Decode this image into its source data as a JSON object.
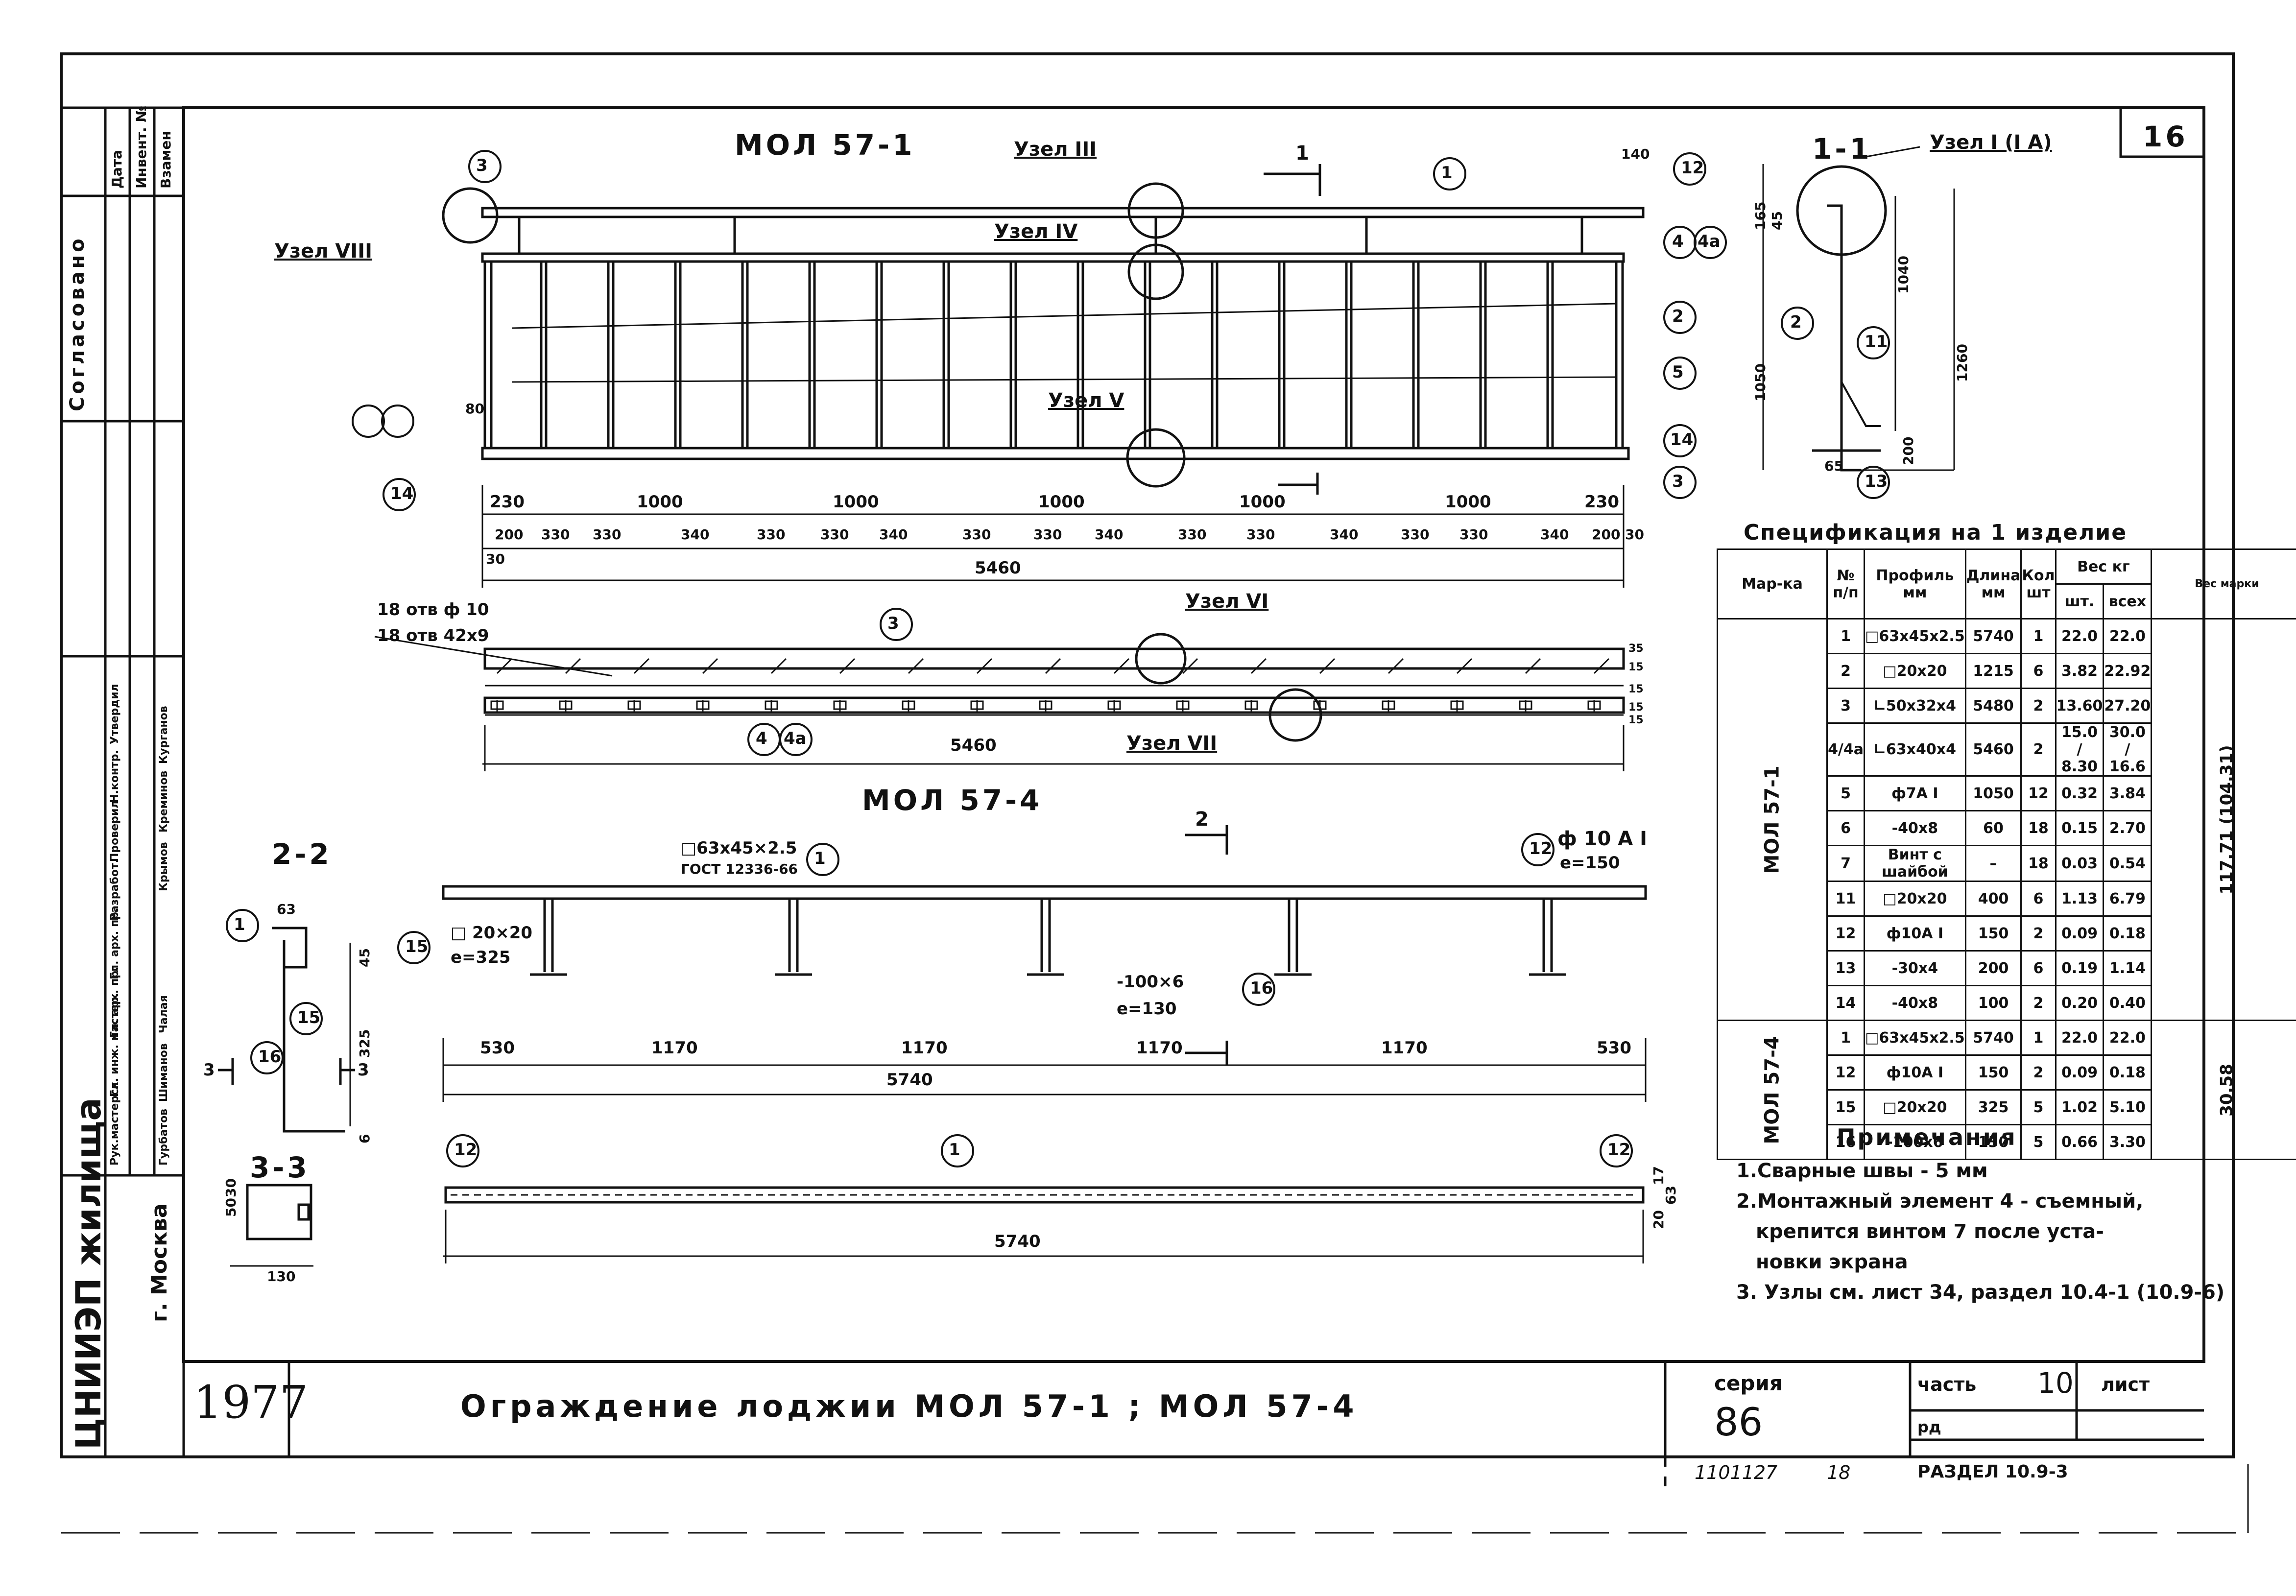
{
  "sheet": {
    "number": "16",
    "year": "1977",
    "title": "Ограждение лоджии МОЛ 57-1 ; МОЛ 57-4",
    "series_label": "серия",
    "series": "86",
    "part_label": "часть",
    "part": "10",
    "sheet_label": "лист",
    "razdel_short": "рд",
    "razdel": "РАЗДЕЛ 10.9-3",
    "code": "1101127",
    "code2": "18",
    "org": "ЦНИИЭП жилища",
    "city": "г. Москва"
  },
  "stamp": {
    "date": "Дата",
    "inv": "Инвент. №",
    "vzamen": "Взамен",
    "agreed": "Согласовано",
    "roles": [
      "Рук.мастерск.",
      "Гл. инж. мастер.",
      "Гл. арх. пр.",
      "Гл. арх. пр.",
      "Разработ.",
      "Проверил",
      "Н.контр.",
      "Утвердил"
    ],
    "names": [
      "Курганов",
      "Чалая",
      "Шиманов",
      "Гурбатов",
      "Крымов",
      "Креминов"
    ]
  },
  "view1": {
    "title": "МОЛ 57-1",
    "uzel3": "Узел III",
    "uzel4": "Узел IV",
    "uzel5": "Узел V",
    "uzel8": "Узел VIII",
    "cut_mark": "1",
    "dim_140": "140",
    "dim_80": "80",
    "top_dims": [
      "230",
      "1000",
      "1000",
      "1000",
      "1000",
      "1000",
      "230"
    ],
    "bottom_dims": [
      "200",
      "330",
      "330",
      "340",
      "330",
      "330",
      "340",
      "330",
      "330",
      "340",
      "330",
      "330",
      "340",
      "330",
      "330",
      "340",
      "200"
    ],
    "dim_30a": "30",
    "dim_30b": "30",
    "total": "5460",
    "marks": [
      "3",
      "1",
      "12",
      "4",
      "4а",
      "2",
      "5",
      "14",
      "3",
      "14"
    ]
  },
  "view2": {
    "holes1": "18 отв ф 10",
    "holes2": "18 отв 42х9",
    "uzel6": "Узел VI",
    "uzel7": "Узел VII",
    "total": "5460",
    "dims_r": [
      "35",
      "15",
      "15",
      "15",
      "15"
    ],
    "title": "МОЛ 57-4",
    "marks": [
      "3",
      "4",
      "4а"
    ]
  },
  "view3": {
    "profile1": "□63х45×2.5",
    "gost": "ГОСТ 12336-66",
    "rod": "ф 10 А I",
    "rod_e": "e=150",
    "post": "□ 20×20",
    "post_e": "e=325",
    "plate": "-100×6",
    "plate_e": "e=130",
    "cut_mark": "2",
    "dims": [
      "530",
      "1170",
      "1170",
      "1170",
      "1170",
      "530"
    ],
    "total": "5740",
    "marks": [
      "1",
      "12",
      "15",
      "16"
    ]
  },
  "view4": {
    "total": "5740",
    "dims_r": [
      "17",
      "63",
      "20"
    ],
    "marks": [
      "12",
      "1",
      "12"
    ]
  },
  "sec11": {
    "title": "1-1",
    "uzel": "Узел I (I А)",
    "dims": [
      "165",
      "45",
      "1040",
      "1260",
      "1050",
      "200",
      "65"
    ],
    "marks": [
      "2",
      "11",
      "13"
    ]
  },
  "sec22": {
    "title": "2-2",
    "dims": [
      "63",
      "45",
      "325",
      "6"
    ],
    "marks": [
      "1",
      "15",
      "16"
    ],
    "cut": "3"
  },
  "sec33": {
    "title": "3-3",
    "dims": [
      "50",
      "30",
      "130"
    ]
  },
  "spec": {
    "title": "Спецификация на 1 изделие",
    "h": [
      "Мар-ка",
      "№ п/п",
      "Профиль мм",
      "Длина мм",
      "Кол шт",
      "Вес кг",
      "шт.",
      "всех",
      "Вес марки"
    ],
    "groups": [
      {
        "mark": "МОЛ 57-1",
        "total": "117.71 (104.31)",
        "rows": [
          [
            "1",
            "□63х45х2.5",
            "5740",
            "1",
            "22.0",
            "22.0"
          ],
          [
            "2",
            "□20х20",
            "1215",
            "6",
            "3.82",
            "22.92"
          ],
          [
            "3",
            "∟50х32х4",
            "5480",
            "2",
            "13.60",
            "27.20"
          ],
          [
            "4/4а",
            "∟63х40х4",
            "5460",
            "2",
            "15.0 / 8.30",
            "30.0 / 16.6"
          ],
          [
            "5",
            "ф7А I",
            "1050",
            "12",
            "0.32",
            "3.84"
          ],
          [
            "6",
            "-40х8",
            "60",
            "18",
            "0.15",
            "2.70"
          ],
          [
            "7",
            "Винт с шайбой",
            "–",
            "18",
            "0.03",
            "0.54"
          ],
          [
            "11",
            "□20х20",
            "400",
            "6",
            "1.13",
            "6.79"
          ],
          [
            "12",
            "ф10А I",
            "150",
            "2",
            "0.09",
            "0.18"
          ],
          [
            "13",
            "-30х4",
            "200",
            "6",
            "0.19",
            "1.14"
          ],
          [
            "14",
            "-40х8",
            "100",
            "2",
            "0.20",
            "0.40"
          ]
        ]
      },
      {
        "mark": "МОЛ 57-4",
        "total": "30.58",
        "rows": [
          [
            "1",
            "□63х45х2.5",
            "5740",
            "1",
            "22.0",
            "22.0"
          ],
          [
            "12",
            "ф10А I",
            "150",
            "2",
            "0.09",
            "0.18"
          ],
          [
            "15",
            "□20х20",
            "325",
            "5",
            "1.02",
            "5.10"
          ],
          [
            "16",
            "-100х6",
            "130",
            "5",
            "0.66",
            "3.30"
          ]
        ]
      }
    ]
  },
  "notes": {
    "title": "Примечания",
    "items": [
      "1.Сварные швы - 5 мм",
      "2.Монтажный элемент 4 - съемный,",
      "крепится винтом 7 после уста-",
      "новки экрана",
      "3. Узлы см. лист 34, раздел 10.4-1 (10.9-6)"
    ]
  }
}
